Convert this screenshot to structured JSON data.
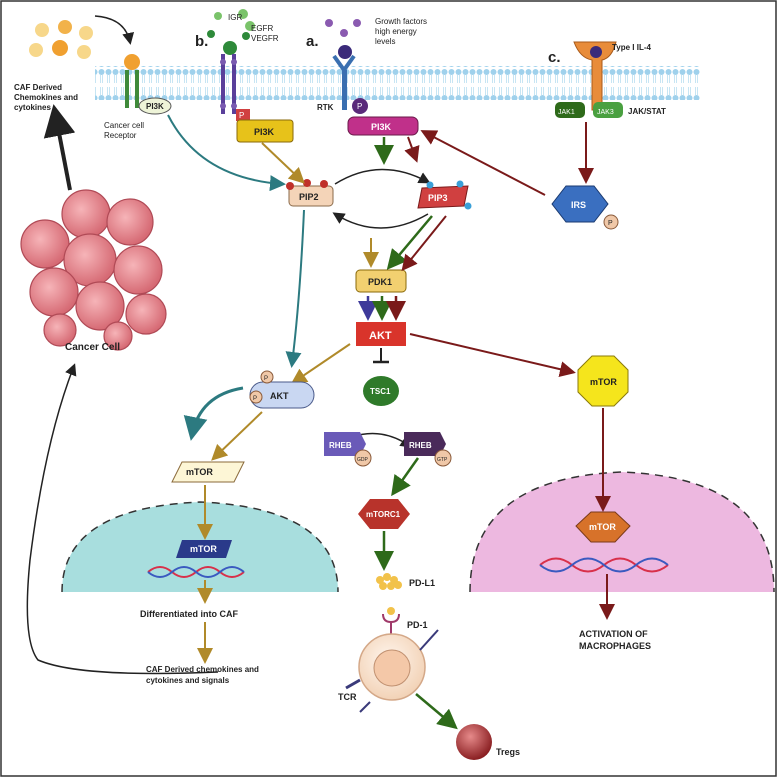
{
  "panels": {
    "b": "b.",
    "a": "a.",
    "c": "c."
  },
  "ligands": {
    "igr": "IGR",
    "egfr_vegfr": [
      "EGFR",
      "VEGFR"
    ],
    "growth_factors": [
      "Growth factors",
      "high energy",
      "levels"
    ],
    "type1_il4": "Type I IL-4"
  },
  "caf": {
    "derived_top": [
      "CAF Derived",
      "Chemokines and",
      "cytokines"
    ],
    "derived_bottom": [
      "CAF Derived chemokines and",
      "cytokines and signals"
    ],
    "differentiated": "Differentiated into CAF"
  },
  "receptor": {
    "cancer_cell_receptor": [
      "Cancer cell",
      "Receptor"
    ],
    "rtk": "RTK",
    "jak1": "JAK1",
    "jak3": "JAK3",
    "jak_stat": "JAK/STAT"
  },
  "nodes": {
    "pi3k": "PI3K",
    "p": "P",
    "pip2": "PIP2",
    "pip3": "PIP3",
    "irs": "IRS",
    "pdk1": "PDK1",
    "akt": "AKT",
    "tsc1": "TSC1",
    "rheb": "RHEB",
    "gdp": "GDP",
    "gtp": "GTP",
    "mtor": "mTOR",
    "mtorc1": "mTORC1",
    "pd_l1": "PD-L1",
    "pd_1": "PD-1",
    "tcr": "TCR",
    "tregs": "Tregs"
  },
  "cells": {
    "cancer_cell": "Cancer Cell"
  },
  "outcomes": {
    "macrophages": [
      "ACTIVATION OF",
      "MACROPHAGES"
    ]
  },
  "colors": {
    "membrane": "#a9d7ef",
    "nucleus_left": "#a8dede",
    "nucleus_right": "#edb8e0",
    "arrow_gold": "#b08a2a",
    "arrow_green": "#2e6a1a",
    "arrow_maroon": "#7a1a1a",
    "arrow_teal": "#2c7a80",
    "arrow_blue": "#3e3a9a",
    "pi3k_yellow": "#e7c21a",
    "pi3k_magenta": "#c0308a",
    "pip3_red": "#d04040",
    "akt_red": "#d9342b",
    "irs_blue": "#3a6fc0",
    "tsc1_green": "#2f7a2a",
    "mtorc1_red": "#b8332b",
    "mtor_yellow": "#f5e51c",
    "mtor_orange": "#d7722a",
    "cancer_pink": "#e8848c"
  }
}
